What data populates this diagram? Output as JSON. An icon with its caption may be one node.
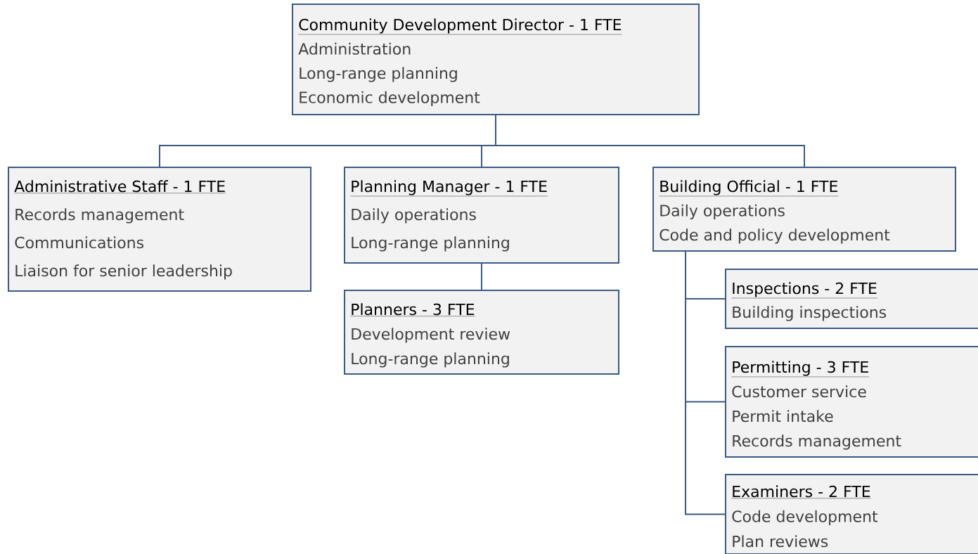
{
  "diagram": {
    "nodes": [
      {
        "text": [
          "Community Development Director - 1 FTE",
          "Administration",
          "Long-range planning",
          "Economic development"
        ]
      },
      {
        "text": [
          "Administrative Staff - 1 FTE",
          "Records management",
          "Communications",
          "Liaison for senior leadership"
        ]
      },
      {
        "text": [
          "Planning Manager - 1 FTE",
          "Daily operations",
          "Long-range planning"
        ]
      },
      {
        "text": [
          "Planners - 3 FTE",
          "Development review",
          "Long-range planning"
        ]
      },
      {
        "text": [
          "Building Official - 1 FTE",
          "Daily operations",
          "Code and policy development"
        ]
      },
      {
        "text": [
          "Inspections - 2 FTE",
          "Building inspections"
        ]
      },
      {
        "text": [
          "Permitting - 3 FTE",
          "Customer service",
          "Permit intake",
          "Records management"
        ]
      },
      {
        "text": [
          "Examiners - 2 FTE",
          "Code development",
          "Plan reviews"
        ]
      }
    ],
    "edges": [
      {
        "from": 0,
        "to": 1,
        "arrow": "none"
      },
      {
        "from": 0,
        "to": 2,
        "arrow": "none"
      },
      {
        "from": 0,
        "to": 4,
        "arrow": "none"
      },
      {
        "from": 2,
        "to": 3,
        "arrow": "none"
      },
      {
        "from": 4,
        "to": 5,
        "arrow": "none"
      },
      {
        "from": 4,
        "to": 6,
        "arrow": "none"
      },
      {
        "from": 4,
        "to": 7,
        "arrow": "none"
      }
    ]
  }
}
